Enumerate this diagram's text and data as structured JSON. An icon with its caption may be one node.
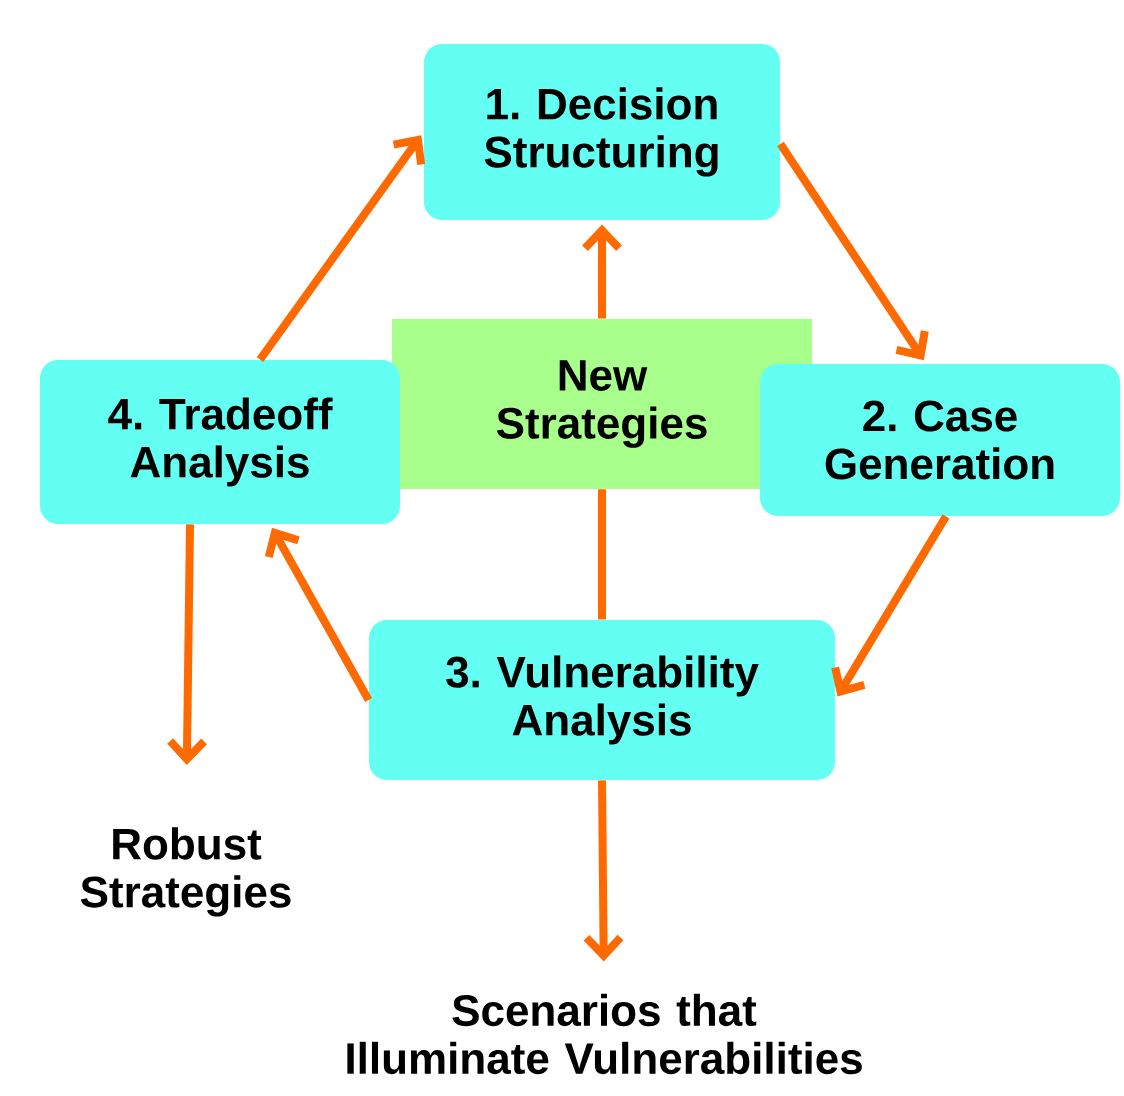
{
  "diagram": {
    "nodes": [
      {
        "text": [
          "1. Decision Structuring"
        ]
      },
      {
        "text": [
          "2. Case Generation"
        ]
      },
      {
        "text": [
          "3. Vulnerability Analysis"
        ]
      },
      {
        "text": [
          "4. Tradeoff Analysis"
        ]
      },
      {
        "text": [
          "New Strategies"
        ]
      },
      {
        "text": [
          "Robust Strategies"
        ]
      },
      {
        "text": [
          "Scenarios that Illuminate Vulnerabilities"
        ]
      }
    ],
    "edges": [
      {
        "from": 0,
        "to": 1,
        "arrow": "to"
      },
      {
        "from": 1,
        "to": 2,
        "arrow": "to"
      },
      {
        "from": 2,
        "to": 3,
        "arrow": "to"
      },
      {
        "from": 3,
        "to": 0,
        "arrow": "to"
      },
      {
        "from": 3,
        "to": 5,
        "arrow": "to"
      },
      {
        "from": 2,
        "to": 4,
        "arrow": "none"
      },
      {
        "from": 4,
        "to": 0,
        "arrow": "to"
      },
      {
        "from": 2,
        "to": 6,
        "arrow": "to"
      }
    ]
  }
}
